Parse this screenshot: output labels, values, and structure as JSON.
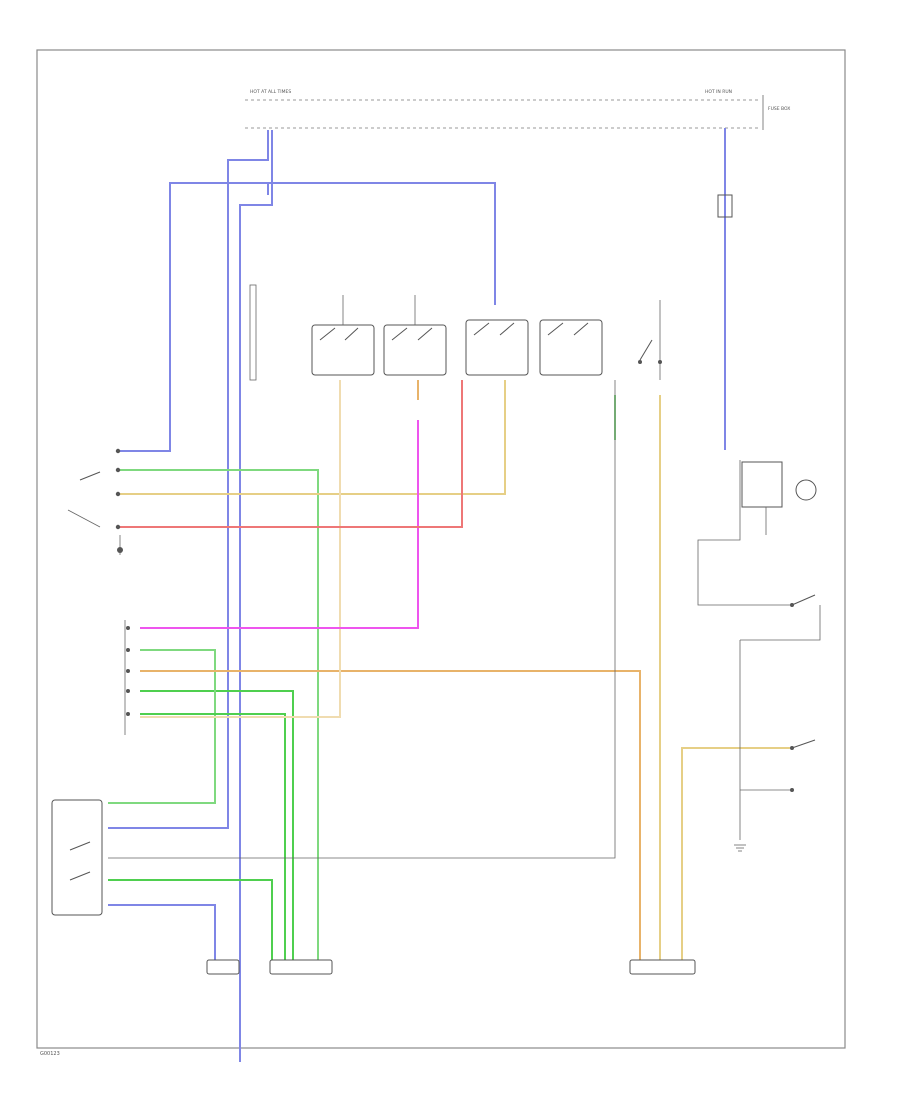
{
  "colors": {
    "blue": "#7f86e6",
    "green": "#7fd97f",
    "orange": "#e8b36a",
    "pink": "#ee55ee",
    "red": "#ee7777",
    "yellow": "#e6cf86",
    "black": "#555555",
    "frame": "#8a8a8a"
  },
  "labels": {
    "fuse_top_left": "HOT AT ALL TIMES",
    "fuse_top_right": "HOT IN RUN",
    "fuse_box_note": "FUSE BOX",
    "figure_number": "G00123"
  }
}
